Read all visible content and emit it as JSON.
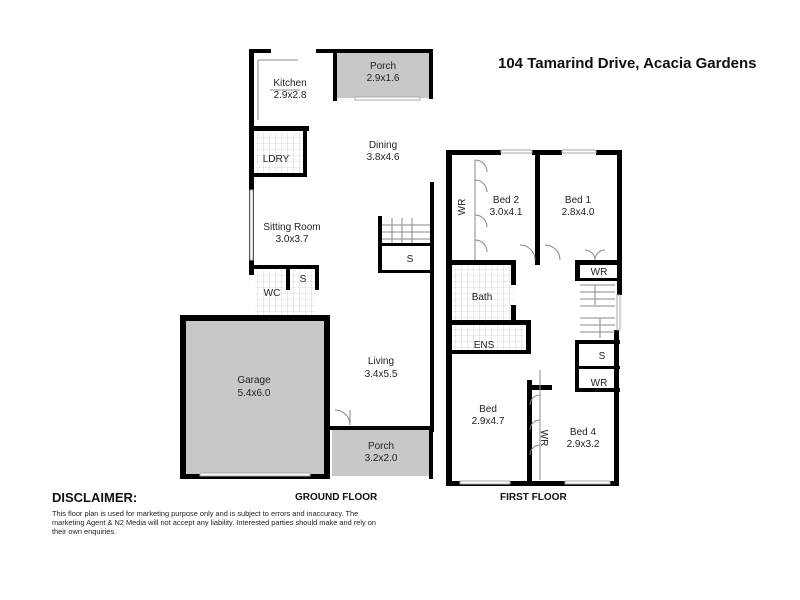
{
  "title": "104 Tamarind Drive, Acacia Gardens",
  "ground_floor": {
    "label": "GROUND FLOOR",
    "rooms": {
      "porch_top": {
        "name": "Porch",
        "size": "2.9x1.6"
      },
      "kitchen": {
        "name": "Kitchen",
        "size": "2.9x2.8"
      },
      "dining": {
        "name": "Dining",
        "size": "3.8x4.6"
      },
      "laundry": {
        "name": "LDRY"
      },
      "sitting": {
        "name": "Sitting Room",
        "size": "3.0x3.7"
      },
      "storage": {
        "name": "S"
      },
      "storage2": {
        "name": "S"
      },
      "wc": {
        "name": "WC"
      },
      "garage": {
        "name": "Garage",
        "size": "5.4x6.0"
      },
      "living": {
        "name": "Living",
        "size": "3.4x5.5"
      },
      "porch_bottom": {
        "name": "Porch",
        "size": "3.2x2.0"
      }
    }
  },
  "first_floor": {
    "label": "FIRST FLOOR",
    "rooms": {
      "bed2": {
        "name": "Bed 2",
        "size": "3.0x4.1"
      },
      "bed2_wr": {
        "name": "WR"
      },
      "bed1": {
        "name": "Bed 1",
        "size": "2.8x4.0"
      },
      "wr1": {
        "name": "WR"
      },
      "bath": {
        "name": "Bath"
      },
      "ens": {
        "name": "ENS"
      },
      "storage": {
        "name": "S"
      },
      "wr2": {
        "name": "WR"
      },
      "bed": {
        "name": "Bed",
        "size": "2.9x4.7"
      },
      "bed_wr": {
        "name": "WR"
      },
      "bed4": {
        "name": "Bed 4",
        "size": "2.9x3.2"
      }
    }
  },
  "disclaimer": {
    "heading": "DISCLAIMER:",
    "text": "This floor plan is used for marketing purpose only and is subject to errors and inaccuracy. The marketing Agent & N2 Media will not accept any liability. Interested parties should make and rely on their own enquiries."
  }
}
